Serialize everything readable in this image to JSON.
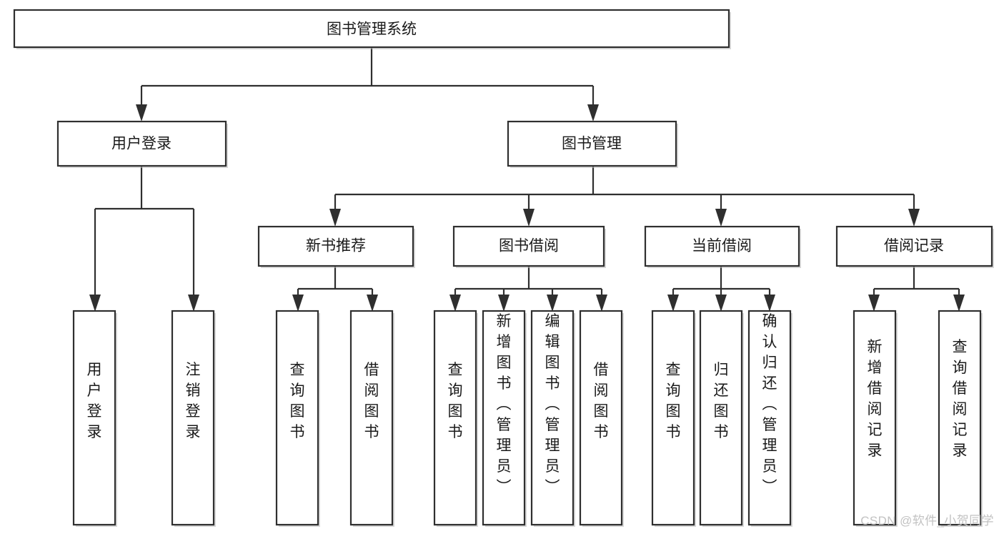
{
  "diagram": {
    "type": "tree-hierarchy",
    "title": "图书管理系统",
    "watermark": "CSDN @软件_小贺同学",
    "colors": {
      "stroke": "#2f2f2f",
      "fill": "#ffffff",
      "text": "#1a1a1a",
      "watermark": "#c2c2c2"
    },
    "root": {
      "label": "图书管理系统",
      "orientation": "horizontal"
    },
    "level2": [
      {
        "label": "用户登录",
        "orientation": "horizontal"
      },
      {
        "label": "图书管理",
        "orientation": "horizontal"
      }
    ],
    "level3": [
      {
        "label": "新书推荐",
        "orientation": "horizontal"
      },
      {
        "label": "图书借阅",
        "orientation": "horizontal"
      },
      {
        "label": "当前借阅",
        "orientation": "horizontal"
      },
      {
        "label": "借阅记录",
        "orientation": "horizontal"
      }
    ],
    "leaves": {
      "user_login": [
        {
          "label": "用户登录",
          "orientation": "vertical"
        },
        {
          "label": "注销登录",
          "orientation": "vertical"
        }
      ],
      "new_book_recommend": [
        {
          "label": "查询图书",
          "orientation": "vertical"
        },
        {
          "label": "借阅图书",
          "orientation": "vertical"
        }
      ],
      "book_borrow": [
        {
          "label": "查询图书",
          "orientation": "vertical"
        },
        {
          "label": "新增图书（管理员）",
          "orientation": "vertical"
        },
        {
          "label": "编辑图书（管理员）",
          "orientation": "vertical"
        },
        {
          "label": "借阅图书",
          "orientation": "vertical"
        }
      ],
      "current_borrow": [
        {
          "label": "查询图书",
          "orientation": "vertical"
        },
        {
          "label": "归还图书",
          "orientation": "vertical"
        },
        {
          "label": "确认归还（管理员）",
          "orientation": "vertical"
        }
      ],
      "borrow_record": [
        {
          "label": "新增借阅记录",
          "orientation": "vertical"
        },
        {
          "label": "查询借阅记录",
          "orientation": "vertical"
        }
      ]
    }
  }
}
